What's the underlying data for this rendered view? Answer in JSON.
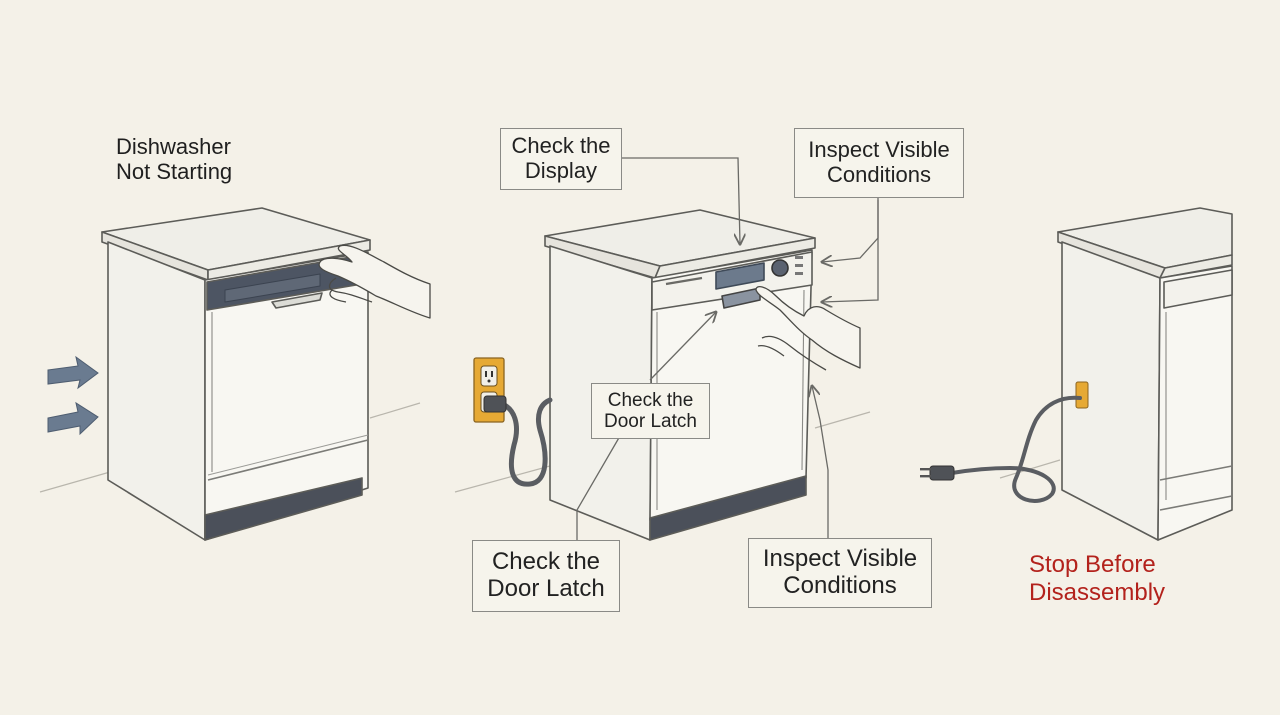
{
  "panels": {
    "left": {
      "title_line1": "Dishwasher",
      "title_line2": "Not Starting"
    },
    "middle": {
      "check_display": {
        "line1": "Check the",
        "line2": "Display"
      },
      "inspect_top": {
        "line1": "Inspect Visible",
        "line2": "Conditions"
      },
      "door_latch_center": {
        "line1": "Check the",
        "line2": "Door Latch"
      },
      "door_latch_bottom": {
        "line1": "Check the",
        "line2": "Door Latch"
      },
      "inspect_bottom": {
        "line1": "Inspect Visible",
        "line2": "Conditions"
      }
    },
    "right": {
      "stop_line1": "Stop Before",
      "stop_line2": "Disassembly"
    }
  },
  "colors": {
    "background": "#f4f1e8",
    "warning_text": "#b3221c",
    "outlet_plate": "#e6a934",
    "control_panel": "#4d5563",
    "kick_plate": "#4b505a",
    "cord": "#5a5d62",
    "arrow_fill": "#6a7b90"
  },
  "icons": [
    "dishwasher-icon",
    "hand-icon",
    "power-outlet-icon",
    "power-cord-icon",
    "plug-icon",
    "arrow-icon"
  ]
}
